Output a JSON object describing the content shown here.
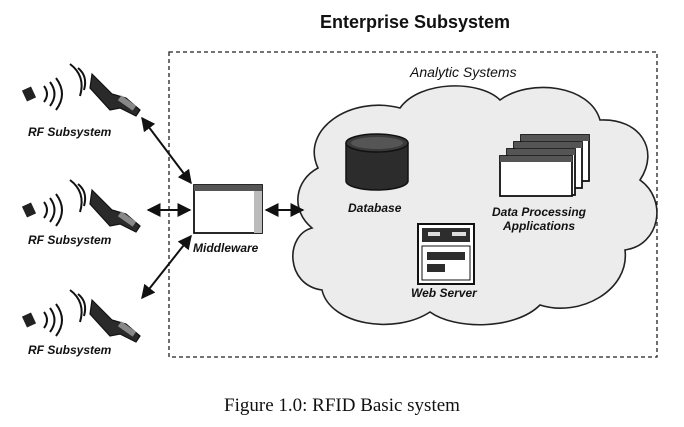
{
  "title": "Enterprise Subsystem",
  "analytic_systems_label": "Analytic Systems",
  "rf_subsystems": [
    "RF Subsystem",
    "RF Subsystem",
    "RF Subsystem"
  ],
  "middleware_label": "Middleware",
  "database_label": "Database",
  "data_processing_label_line1": "Data Processing",
  "data_processing_label_line2": "Applications",
  "web_server_label": "Web Server",
  "caption": "Figure 1.0: RFID Basic system"
}
